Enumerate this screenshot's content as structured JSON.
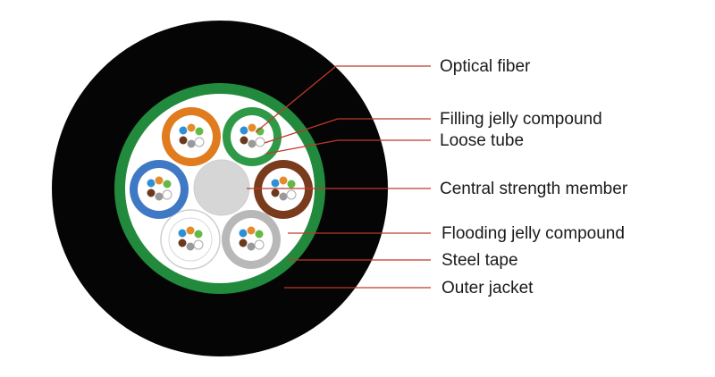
{
  "labels": {
    "optical_fiber": "Optical fiber",
    "filling_jelly": "Filling jelly compound",
    "loose_tube": "Loose tube",
    "central_member": "Central strength member",
    "flooding_jelly": "Flooding jelly compound",
    "steel_tape": "Steel tape",
    "outer_jacket": "Outer jacket"
  },
  "colors": {
    "outer_jacket": "#050505",
    "steel_tape": "#228a3d",
    "flooding_area": "#ffffff",
    "central_member": "#d6d6d6",
    "leader_line": "#c0392b",
    "tubes": [
      "#e07b1e",
      "#2e9a48",
      "#7a3b1d",
      "#b8b8b8",
      "#ffffff",
      "#3f78c4"
    ],
    "fibers": [
      "#2f8fd6",
      "#e58b2a",
      "#63b946",
      "#6b3a1e",
      "#9a9a9a",
      "#ffffff"
    ]
  }
}
